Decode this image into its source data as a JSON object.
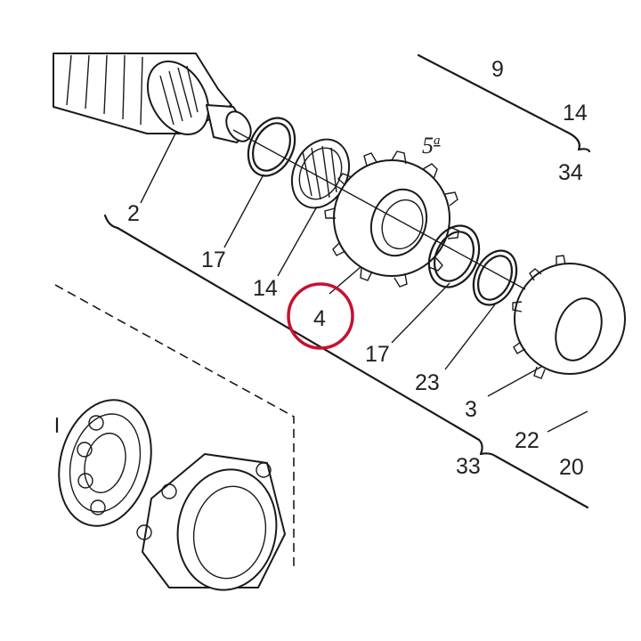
{
  "labels": {
    "l9": "9",
    "l14a": "14",
    "l34": "34",
    "l5": "5",
    "l5sup": "a",
    "l2": "2",
    "l17a": "17",
    "l14b": "14",
    "l4": "4",
    "l17b": "17",
    "l23": "23",
    "l3": "3",
    "l22": "22",
    "l33": "33",
    "l20": "20"
  },
  "colors": {
    "ink": "#1a1a1a",
    "highlight": "#c8102e"
  },
  "highlight": {
    "target_label": "4"
  }
}
